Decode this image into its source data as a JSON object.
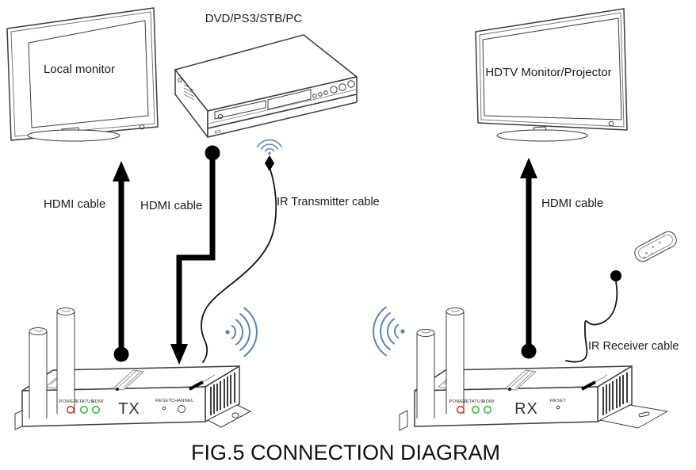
{
  "caption": "FIG.5 CONNECTION DIAGRAM",
  "devices": {
    "local_monitor": {
      "label": "Local monitor"
    },
    "source": {
      "label": "DVD/PS3/STB/PC"
    },
    "hdtv": {
      "label": "HDTV Monitor/Projector"
    },
    "transmitter": {
      "label": "TX",
      "led_power_label": "POWER",
      "led_status_label": "STATUS",
      "led_hdmi_label": "HDMI",
      "reset_label": "RESET",
      "channel_label": "CHANNEL"
    },
    "receiver": {
      "label": "RX",
      "led_power_label": "POWER",
      "led_status_label": "STATUS",
      "led_hdmi_label": "HDMI",
      "reset_label": "RESET"
    }
  },
  "cables": {
    "hdmi_local": {
      "label": "HDMI cable"
    },
    "hdmi_source": {
      "label": "HDMI cable"
    },
    "hdmi_hdtv": {
      "label": "HDMI cable"
    },
    "ir_transmitter": {
      "label": "IR Transmitter cable"
    },
    "ir_receiver": {
      "label": "IR Receiver cable"
    }
  },
  "colors": {
    "wireless_wave": "#5b82b8",
    "led_power": "#d44a3f",
    "led_green": "#4fbf4f",
    "cable": "#000000",
    "outline": "#3d3d3d"
  }
}
